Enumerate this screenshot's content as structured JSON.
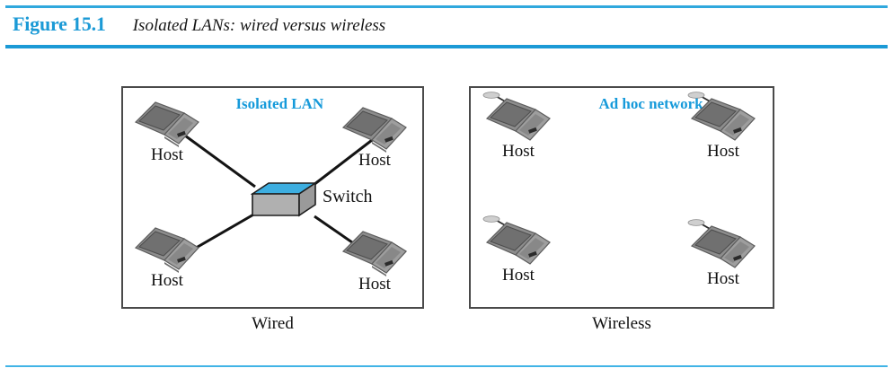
{
  "figure": {
    "number": "Figure 15.1",
    "title": "Isolated LANs: wired versus wireless",
    "accent_color": "#1b9ad6",
    "rule_color_top": "#2fa8dd",
    "rule_color_bottom": "#41b4e6"
  },
  "panels": [
    {
      "id": "wired",
      "heading": "Isolated LAN",
      "heading_color": "#169ada",
      "caption": "Wired",
      "border_color": "#4a4a4a",
      "device": {
        "label": "Switch",
        "top_face_color": "#3daee0",
        "body_color": "#a8a8a8",
        "side_color": "#8f8f8f"
      },
      "nodes": [
        {
          "label": "Host",
          "position": "top-left",
          "wireless": false
        },
        {
          "label": "Host",
          "position": "top-right",
          "wireless": false
        },
        {
          "label": "Host",
          "position": "bottom-left",
          "wireless": false
        },
        {
          "label": "Host",
          "position": "bottom-right",
          "wireless": false
        }
      ]
    },
    {
      "id": "wireless",
      "heading": "Ad hoc network",
      "heading_color": "#169ada",
      "caption": "Wireless",
      "border_color": "#4a4a4a",
      "nodes": [
        {
          "label": "Host",
          "position": "top-left",
          "wireless": true
        },
        {
          "label": "Host",
          "position": "top-right",
          "wireless": true
        },
        {
          "label": "Host",
          "position": "bottom-left",
          "wireless": true
        },
        {
          "label": "Host",
          "position": "bottom-right",
          "wireless": true
        }
      ]
    }
  ]
}
